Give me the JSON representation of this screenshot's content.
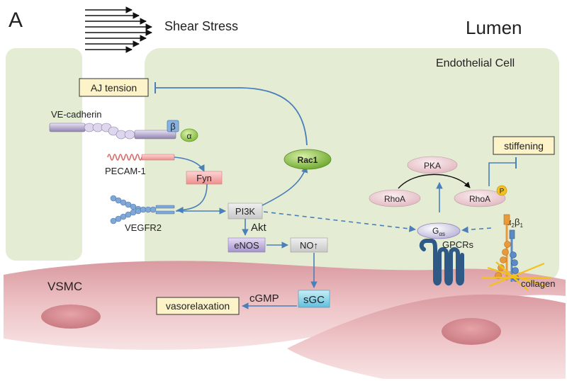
{
  "panel_label": "A",
  "header": {
    "shear_stress": "Shear Stress",
    "lumen": "Lumen"
  },
  "regions": {
    "endothelial_cell": "Endothelial Cell",
    "vsmc": "VSMC"
  },
  "nodes": {
    "aj_tension": "AJ tension",
    "ve_cadherin": "VE-cadherin",
    "beta": "β",
    "alpha": "α",
    "pecam1": "PECAM-1",
    "fyn": "Fyn",
    "vegfr2": "VEGFR2",
    "pi3k": "PI3K",
    "akt": "Akt",
    "enos": "eNOS",
    "no": "NO↑",
    "rac1": "Rac1",
    "pka": "PKA",
    "rhoa_left": "RhoA",
    "rhoa_right": "RhoA",
    "phospho": "P",
    "stiffening": "stiffening",
    "g_alpha_s": "G",
    "g_alpha_s_sub": "αs",
    "gpcrs": "GPCRs",
    "integrin_alpha": "α",
    "integrin_alpha_sub": "2",
    "integrin_beta": "β",
    "integrin_beta_sub": "1",
    "collagen": "collagen",
    "sgc": "sGC",
    "cgmp": "cGMP",
    "vasorelaxation": "vasorelaxation"
  },
  "colors": {
    "cell_fill": "#e6eed7",
    "vsmc_fill": "#e8b8bc",
    "nucleus": "#d98f94",
    "arrow_blue": "#4a7fb8",
    "label_box": "#fdf3c8",
    "rac1_green": "#8cbf3f",
    "fyn_pink": "#f4a9a8",
    "enos_purple": "#b8a5d9",
    "sgc_cyan": "#8fd3e8"
  }
}
